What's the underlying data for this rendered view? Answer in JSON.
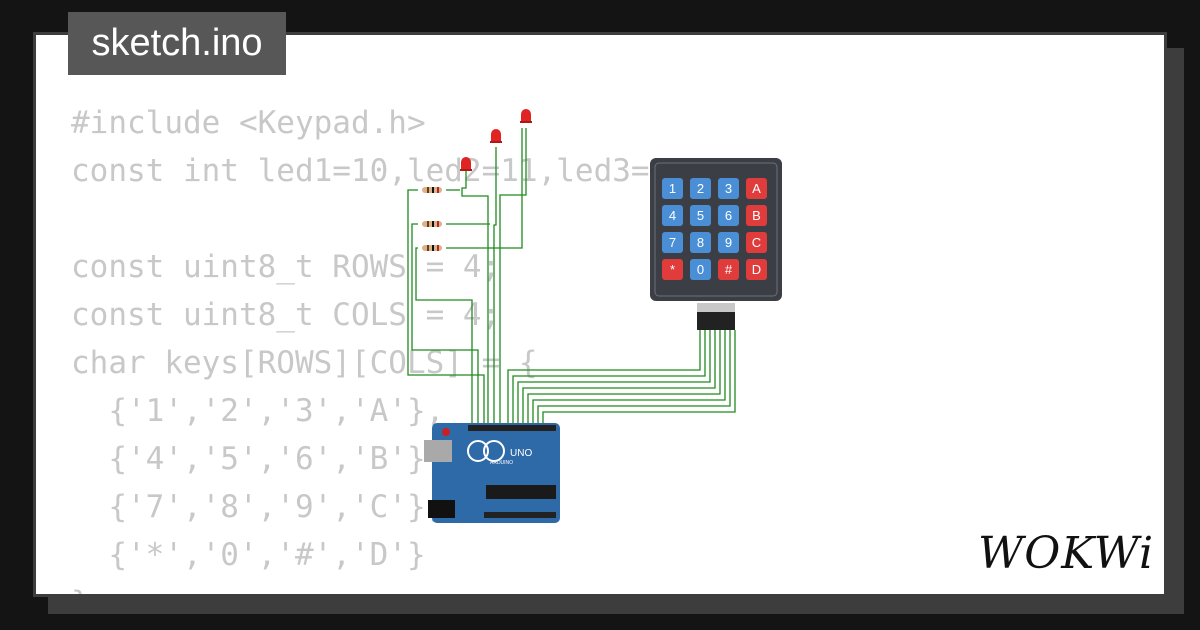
{
  "tab": {
    "label": "sketch.ino"
  },
  "code": {
    "lines": [
      "#include <Keypad.h>",
      "const int led1=10,led2=11,led3=",
      "",
      "const uint8_t ROWS = 4;",
      "const uint8_t COLS = 4;",
      "char keys[ROWS][COLS] = {",
      "  {'1','2','3','A'},",
      "  {'4','5','6','B'},",
      "  {'7','8','9','C'},",
      "  {'*','0','#','D'}",
      "};"
    ]
  },
  "brand": {
    "name": "WOKWi"
  },
  "keypad": {
    "keys": [
      [
        "1",
        "2",
        "3",
        "A"
      ],
      [
        "4",
        "5",
        "6",
        "B"
      ],
      [
        "7",
        "8",
        "9",
        "C"
      ],
      [
        "*",
        "0",
        "#",
        "D"
      ]
    ],
    "colors": {
      "digit": "#4a8fd6",
      "letter": "#e03c3c",
      "body": "#3b3f45"
    }
  },
  "board": {
    "name": "UNO",
    "brand": "ARDUINO",
    "color": "#2e6aa8"
  },
  "wire_color": "#1f8a1f",
  "led_color": "#e02424"
}
